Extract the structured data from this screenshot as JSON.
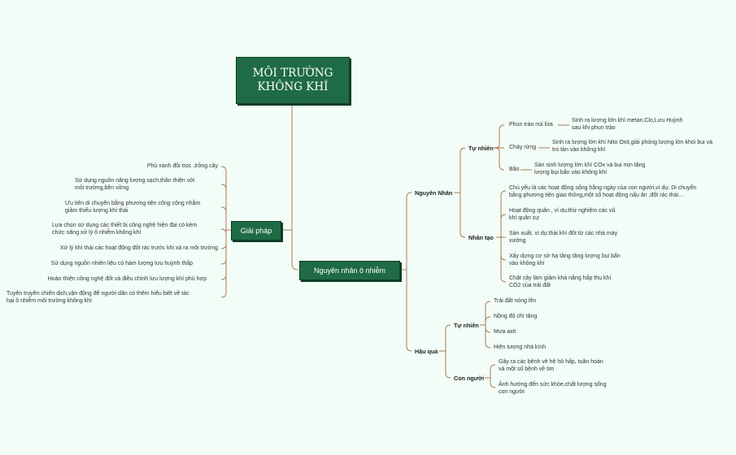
{
  "title": "MÔI TRƯỜNG\nKHÔNG KHÍ",
  "solution": {
    "label": "Giải pháp",
    "items": [
      "Phủ xanh đồi trọc ,trồng cây",
      "Sử dụng nguồn năng lượng sạch,thân thiện với\nmôi trường,bền vững",
      "Ưu tiên di chuyển bằng phương tiện công cộng nhằm\ngiảm thiểu lượng khí thải",
      "Lựa chọn sử dụng các thiết bị công nghệ hiện đại có kèm\nchức năng xử lý ô nhiễm không khí",
      "Xử lý khí thải các hoạt động đốt rác trước khi xả ra môi trường",
      "Sử dụng nguồn nhiên liệu có hàm lượng lưu huỳnh thấp",
      "Hoàn thiện công nghệ đốt và điều chỉnh lưu lượng khí phù hợp",
      "Tuyên truyền chiến dịch,vận động để người dân có thêm hiểu biết về tác\nhại ô nhiễm môi trường không khí"
    ]
  },
  "cause_root": "Nguyên nhân ô nhiễm",
  "causes": {
    "label": "Nguyên Nhân",
    "natural": {
      "label": "Tự nhiên",
      "items": [
        {
          "name": "Phun trào núi lửa",
          "detail": "Sinh ra lượng lớn khí metan,Clo,Lưu Huỳnh\nsau khi phun trào"
        },
        {
          "name": "Cháy rừng",
          "detail": "Sinh ra lượng lớn khí Nito Oxit,giải phóng lượng lớn khói bụi và\ntro tàn vào không khí"
        },
        {
          "name": "Bão",
          "detail": "Sản sinh lượng lớn khí COx và bụi mịn tăng\nlượng bụi bẩn vào không khí"
        }
      ]
    },
    "artificial": {
      "label": "Nhân tạo",
      "items": [
        "Chủ yếu là các hoạt động sống hằng ngày của con người,ví dụ: Di chuyển\nbằng phương tiện giao thông,một số hoạt động nấu ăn ,đốt rác thải…",
        "Hoạt động quân , ví dụ:thử nghiệm các vũ\nkhí quân sự",
        "Sản xuất, ví dụ:thải khí đốt từ các nhà máy\nxưởng",
        "Xây dựng cơ sở hạ tầng tăng lượng bụi bẩn\nvào không khí",
        "Chặt cây làm giảm khả năng hấp thụ khí\nCO2 của trái đất"
      ]
    }
  },
  "consequences": {
    "label": "Hậu quả",
    "natural": {
      "label": "Tự nhiên",
      "items": [
        "Trái đất nóng lên",
        "Nồng độ chì tăng",
        "Mưa axit",
        "Hiện tượng nhà kính"
      ]
    },
    "human": {
      "label": "Con người",
      "items": [
        "Gây ra các bệnh về hệ hô hấp, tuần hoàn\nvà một số bệnh về tim",
        "Ảnh hưởng đến sức khỏe,chất lượng sống\ncon người"
      ]
    }
  },
  "colors": {
    "background": "#f1fdf6",
    "node": "#1f6b45",
    "line": "#b07a52"
  }
}
